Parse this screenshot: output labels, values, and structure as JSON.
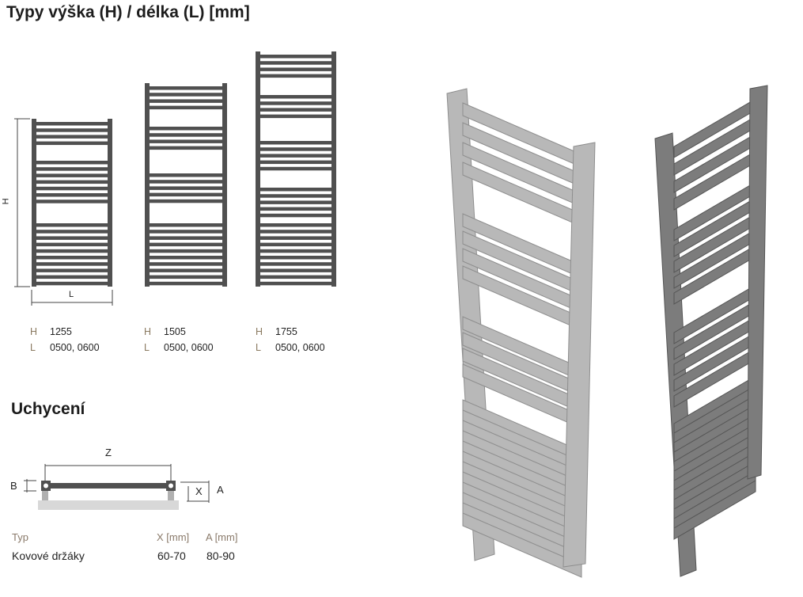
{
  "title": "Typy výška (H) / délka (L) [mm]",
  "diagram_labels": {
    "height": "H",
    "length": "L"
  },
  "types": [
    {
      "h_label": "H",
      "h": "1255",
      "l_label": "L",
      "l": "0500, 0600"
    },
    {
      "h_label": "H",
      "h": "1505",
      "l_label": "L",
      "l": "0500, 0600"
    },
    {
      "h_label": "H",
      "h": "1755",
      "l_label": "L",
      "l": "0500, 0600"
    }
  ],
  "mounting": {
    "title": "Uchycení",
    "labels": {
      "z": "Z",
      "b": "B",
      "x": "X",
      "a": "A"
    },
    "headers": [
      "Typ",
      "X [mm]",
      "A [mm]"
    ],
    "rows": [
      [
        "Kovové držáky",
        "60-70",
        "80-90"
      ]
    ]
  },
  "colors": {
    "rail": "#505050",
    "light_render": "#b5b5b5",
    "dark_render": "#7a7a7a"
  }
}
